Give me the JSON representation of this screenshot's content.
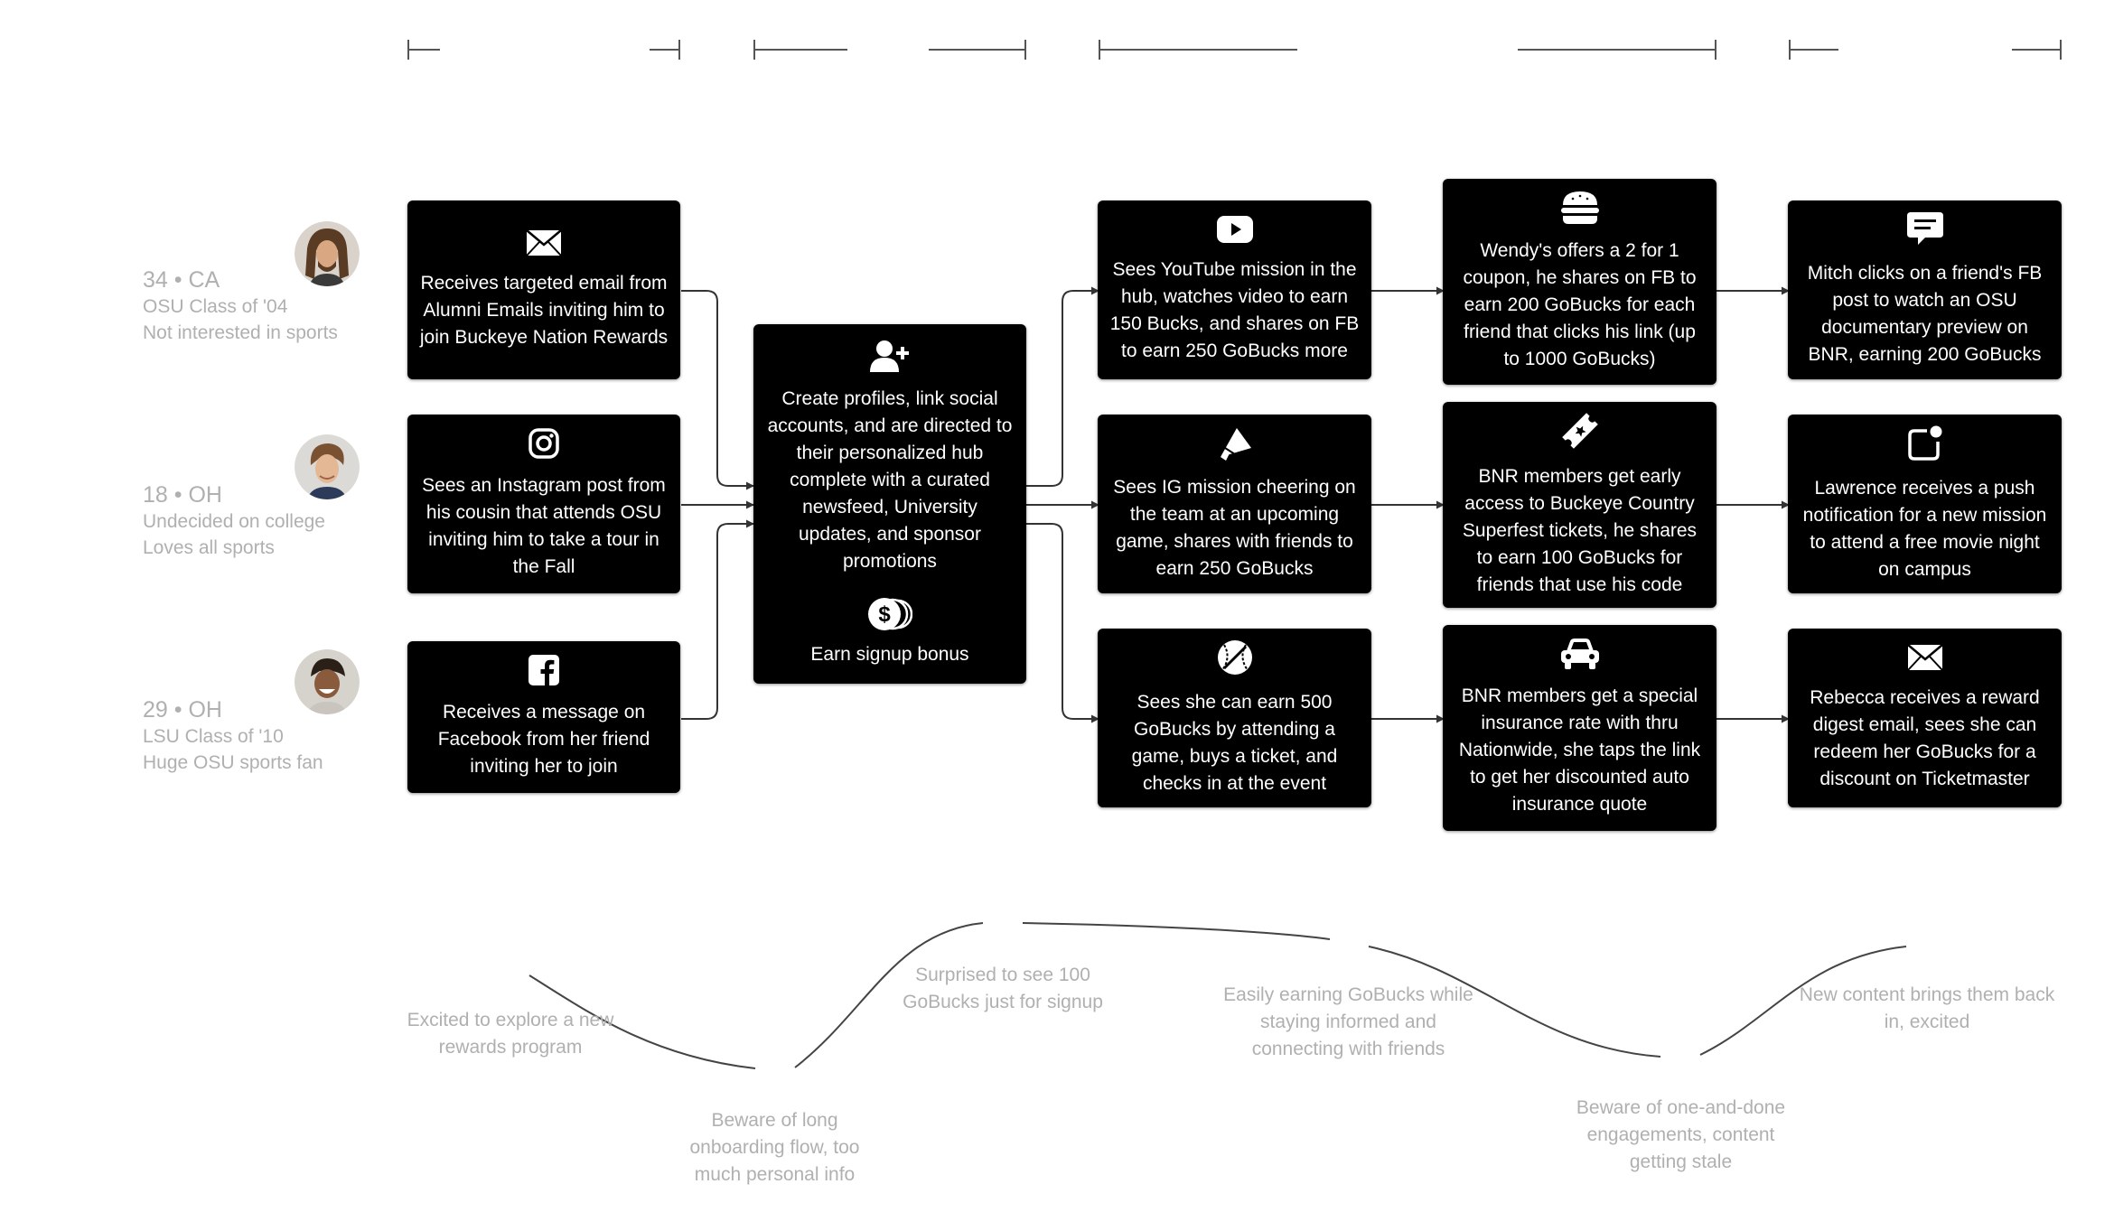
{
  "personas": [
    {
      "line1": "34 • CA",
      "line2": "OSU Class of '04",
      "line3": "Not interested in sports"
    },
    {
      "line1": "18 • OH",
      "line2": "Undecided on college",
      "line3": "Loves all sports"
    },
    {
      "line1": "29 • OH",
      "line2": "LSU Class of '10",
      "line3": "Huge OSU sports fan"
    }
  ],
  "discover": [
    {
      "icon": "envelope-icon",
      "text": "Receives targeted email from Alumni Emails inviting him to join Buckeye Nation Rewards"
    },
    {
      "icon": "instagram-icon",
      "text": "Sees an Instagram post from his cousin that attends OSU inviting him to take a tour in the Fall"
    },
    {
      "icon": "facebook-icon",
      "text": "Receives a message on Facebook from her friend inviting her to join"
    }
  ],
  "signup": {
    "icon": "add-user-icon",
    "text": "Create profiles, link social accounts, and are directed to their personalized hub complete with a curated newsfeed, University updates, and sponsor promotions",
    "bonus_icon": "coins-icon",
    "bonus": "Earn signup bonus"
  },
  "missions": [
    {
      "icon": "youtube-icon",
      "text": "Sees YouTube mission in the hub, watches video to earn 150 Bucks, and shares on FB to earn 250 GoBucks more"
    },
    {
      "icon": "megaphone-icon",
      "text": "Sees IG mission cheering on the team at an upcoming game, shares with friends to earn 250 GoBucks"
    },
    {
      "icon": "baseball-icon",
      "text": "Sees she can earn 500 GoBucks by attending a game, buys a ticket, and checks in at the event"
    }
  ],
  "sponsors": [
    {
      "icon": "burger-icon",
      "text": "Wendy's offers a 2 for 1 coupon, he shares on FB to earn 200 GoBucks for each friend that clicks his link (up to 1000 GoBucks)"
    },
    {
      "icon": "ticket-icon",
      "text": "BNR members get early access to Buckeye Country Superfest tickets, he shares to earn 100 GoBucks for friends that use his code"
    },
    {
      "icon": "car-icon",
      "text": "BNR members get a special insurance rate with thru Nationwide, she taps the link to get her discounted auto insurance quote"
    }
  ],
  "reengage": [
    {
      "icon": "chat-icon",
      "text": "Mitch clicks on a friend's FB post to watch an OSU documentary preview on BNR, earning 200 GoBucks"
    },
    {
      "icon": "notification-icon",
      "text": "Lawrence receives a push notification for a new mission to attend a free movie night on campus"
    },
    {
      "icon": "envelope-icon",
      "text": "Rebecca receives a reward digest email, sees she can redeem her GoBucks for a discount on Ticketmaster"
    }
  ],
  "emotions": [
    "Excited to explore a new rewards program",
    "Beware of long onboarding flow, too much personal info",
    "Surprised to see 100 GoBucks just for signup",
    "Easily earning GoBucks while staying informed and connecting with friends",
    "Beware of one-and-done engagements, content getting stale",
    "New content brings them back in, excited"
  ],
  "colors": {
    "box": "#000000",
    "box_text": "#ffffff",
    "muted_text": "#b0b0b0",
    "line": "#333333"
  }
}
